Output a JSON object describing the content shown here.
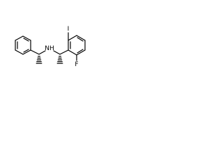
{
  "molecule": {
    "atoms": {
      "nh": "NH",
      "iodine": "I",
      "fluorine": "F"
    },
    "colors": {
      "bond": "#000000",
      "label": "#000000",
      "background": "#ffffff"
    },
    "stereo": "hashed-wedge-bonds"
  }
}
